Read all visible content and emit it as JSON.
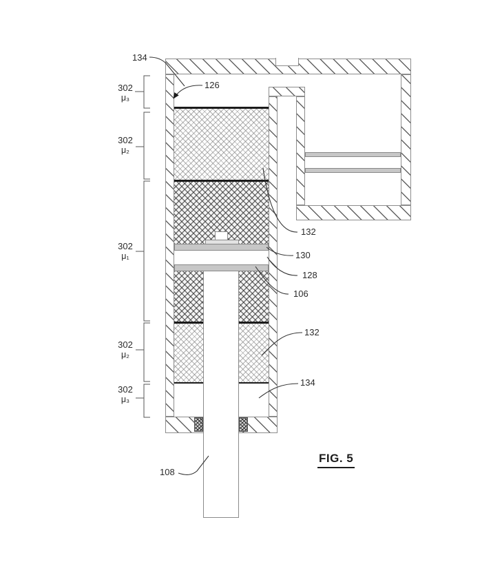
{
  "figure_label": "FIG. 5",
  "reference_numerals": {
    "cap_top": "134",
    "gas_chamber": "126",
    "field_upper": "132",
    "piston_plate": "130",
    "piston_band": "128",
    "piston_lower": "106",
    "field_lower": "132",
    "chamber_lower": "134",
    "rod": "108"
  },
  "region_scale_labels": [
    {
      "ref": "302",
      "mu": "μ₃"
    },
    {
      "ref": "302",
      "mu": "μ₂"
    },
    {
      "ref": "302",
      "mu": "μ₁"
    },
    {
      "ref": "302",
      "mu": "μ₂"
    },
    {
      "ref": "302",
      "mu": "μ₃"
    }
  ]
}
